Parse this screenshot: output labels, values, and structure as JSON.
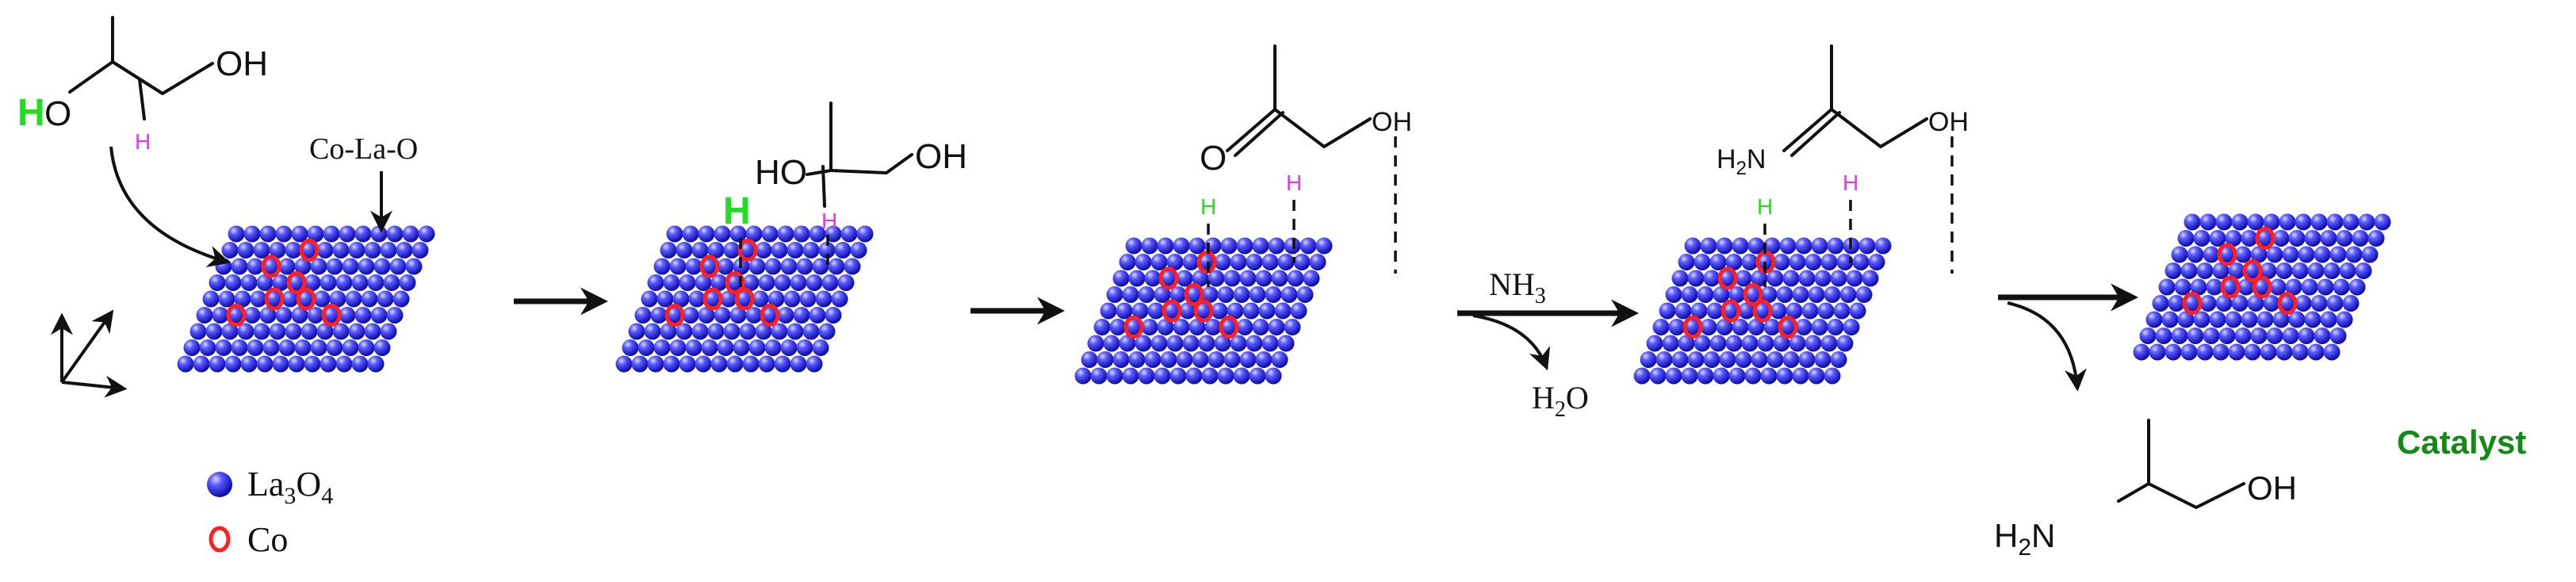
{
  "labels": {
    "co_la_o": "Co-La-O",
    "nh3_main": "NH",
    "nh3_sub": "3",
    "h2o_pre": "H",
    "h2o_sub": "2",
    "h2o_post": "O",
    "catalyst": "Catalyst"
  },
  "legend": {
    "la_main": "La",
    "la_sub1": "3",
    "la_o": "O",
    "la_sub2": "4",
    "co": "Co"
  },
  "atoms": {
    "oh": "OH",
    "ho": "HO",
    "h": "H",
    "o": "O",
    "oh_small": "OH",
    "h2n_main": "H",
    "h2n_sub": "2",
    "h2n_n": "N",
    "ho_lower": "HO"
  },
  "colors": {
    "la_sphere": "#2b2bd6",
    "co_ring": "#ff2020",
    "green_h": "#22dd22",
    "magenta_h": "#ee33ee",
    "catalyst_text": "#138a13"
  }
}
